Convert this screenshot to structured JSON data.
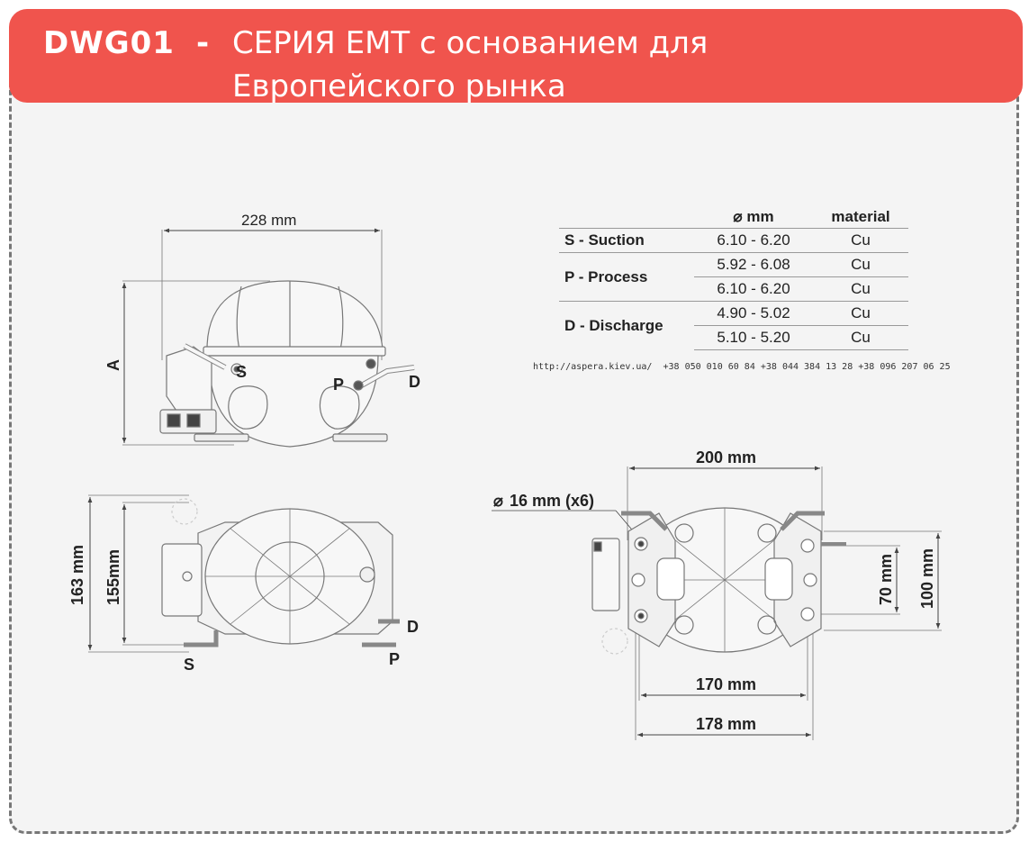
{
  "header": {
    "code": "DWG01",
    "dash": "-",
    "title_line1": "СЕРИЯ ЕМТ с основанием для",
    "title_line2": "Европейского рынка"
  },
  "spec_table": {
    "col_diameter": "mm",
    "col_material": "material",
    "rows": [
      {
        "name": "S - Suction",
        "d1": "6.10 - 6.20",
        "m1": "Cu"
      },
      {
        "name": "P - Process",
        "d1": "5.92 - 6.08",
        "m1": "Cu",
        "d2": "6.10 - 6.20",
        "m2": "Cu"
      },
      {
        "name": "D - Discharge",
        "d1": "4.90 - 5.02",
        "m1": "Cu",
        "d2": "5.10 - 5.20",
        "m2": "Cu"
      }
    ]
  },
  "contact": {
    "url": "http://aspera.kiev.ua/",
    "phones": "+38 050 010 60 84  +38 044 384 13 28   +38 096 207 06 25"
  },
  "front_view": {
    "width_dim": "228 mm",
    "height_dim": "A",
    "label_s": "S",
    "label_p": "P",
    "label_d": "D"
  },
  "top_view": {
    "dim_outer": "163 mm",
    "dim_inner": "155mm",
    "label_s": "S",
    "label_p": "P",
    "label_d": "D"
  },
  "base_view": {
    "hole_dim": "16 mm (x6)",
    "top_dim": "200 mm",
    "mid_dim": "170 mm",
    "bottom_dim": "178 mm",
    "side_inner": "70 mm",
    "side_outer": "100 mm"
  },
  "colors": {
    "banner": "#f0544d",
    "line": "#777777"
  }
}
